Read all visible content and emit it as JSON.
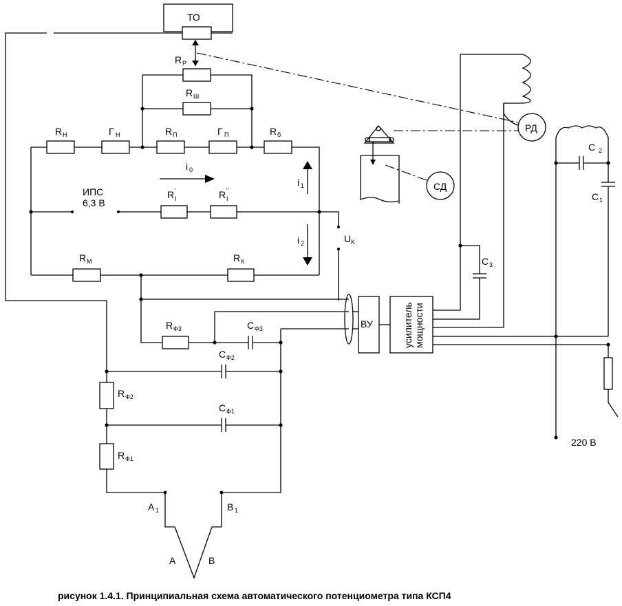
{
  "caption": "рисунок 1.4.1. Принципиальная схема автоматического потенциометра типа КСП4",
  "labels": {
    "to": "ТО",
    "rp": "R",
    "rp_sub": "P",
    "rsh": "R",
    "rsh_sub": "Ш",
    "rn": "R",
    "rn_sub": "Н",
    "gn": "Г",
    "gn_sub": "Н",
    "rpp": "R",
    "rpp_sub": "П",
    "gp": "Г",
    "gp_sub": "П",
    "rb": "R",
    "rb_sub": "б",
    "i0": "i",
    "i0_sub": "0",
    "i1": "i",
    "i1_sub": "1",
    "i2": "i",
    "i2_sub": "2",
    "ips_line1": "ИПС",
    "ips_line2": "6,3 В",
    "ri1": "R",
    "ri1_sub": "I",
    "ri1_sup": "'",
    "ri2": "R",
    "ri2_sub": "I",
    "ri2_sup": "\"",
    "uk": "U",
    "uk_sub": "K",
    "rm": "R",
    "rm_sub": "М",
    "rk": "R",
    "rk_sub": "К",
    "rf3": "R",
    "rf3_sub": "Ф3",
    "cf3": "C",
    "cf3_sub": "Ф3",
    "cf2": "C",
    "cf2_sub": "Ф2",
    "rf2": "R",
    "rf2_sub": "Ф2",
    "cf1": "C",
    "cf1_sub": "Ф1",
    "rf1": "R",
    "rf1_sub": "Ф1",
    "a1": "A",
    "a1_sub": "1",
    "b1": "B",
    "b1_sub": "1",
    "a": "A",
    "b": "B",
    "vu": "ВУ",
    "amp_line1": "усилитель",
    "amp_line2": "мощности",
    "c3": "C",
    "c3_sub": "3",
    "c2": "C",
    "c2_sub": "2",
    "c1": "C",
    "c1_sub": "1",
    "rd": "РД",
    "sd": "СД",
    "mains": "220 В"
  }
}
